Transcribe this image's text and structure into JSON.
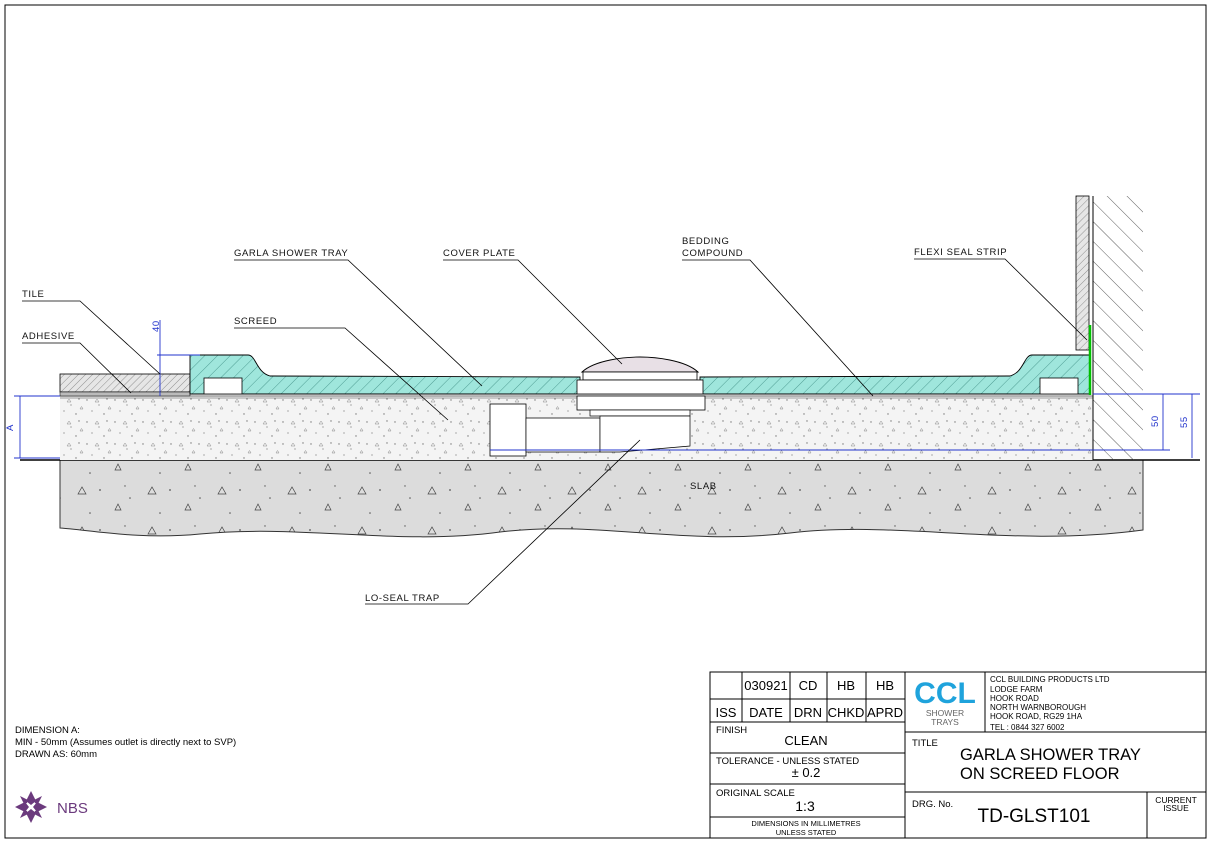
{
  "labels": {
    "tile": "TILE",
    "adhesive": "ADHESIVE",
    "tray": "GARLA SHOWER TRAY",
    "screed": "SCREED",
    "cover_plate": "COVER PLATE",
    "bedding_1": "BEDDING",
    "bedding_2": "COMPOUND",
    "flexi_seal": "FLEXI SEAL STRIP",
    "slab": "SLAB",
    "lo_seal": "LO-SEAL TRAP"
  },
  "dimensions": {
    "tile_height": "40",
    "a": "A",
    "fifty": "50",
    "fifty_five": "55"
  },
  "note": {
    "line1": "DIMENSION A:",
    "line2": "MIN - 50mm (Assumes outlet is directly next to SVP)",
    "line3": "DRAWN AS: 60mm"
  },
  "logo_nbs": "NBS",
  "revision": {
    "values": [
      "",
      "030921",
      "CD",
      "HB",
      "HB"
    ],
    "headers": [
      "ISS",
      "DATE",
      "DRN",
      "CHKD",
      "APRD"
    ]
  },
  "finish": {
    "label": "FINISH",
    "value": "CLEAN"
  },
  "tolerance": {
    "label": "TOLERANCE - UNLESS STATED",
    "value": "± 0.2"
  },
  "scale": {
    "label": "ORIGINAL SCALE",
    "value": "1:3",
    "note1": "DIMENSIONS IN MILLIMETRES",
    "note2": "UNLESS STATED"
  },
  "ccl_logo": {
    "text": "CCL",
    "sub1": "SHOWER",
    "sub2": "TRAYS"
  },
  "company": {
    "lines": [
      "CCL BUILDING PRODUCTS LTD",
      "LODGE FARM",
      "HOOK ROAD",
      "NORTH WARNBOROUGH",
      "HOOK ROAD, RG29 1HA",
      "TEL : 0844 327 6002"
    ]
  },
  "title_block": {
    "label": "TITLE",
    "line1": "GARLA SHOWER TRAY",
    "line2": "ON SCREED FLOOR"
  },
  "drawing_no": {
    "label": "DRG. No.",
    "value": "TD-GLST101"
  },
  "issue": {
    "line1": "CURRENT",
    "line2": "ISSUE"
  },
  "colors": {
    "tray": "#9fe6dc",
    "screed": "#f3f3f3",
    "slab": "#dcdcdc",
    "flexi": "#00c000",
    "dim": "#2233cc",
    "ccl_blue": "#1fa3dc",
    "nbs_purple": "#6b3a7d"
  }
}
